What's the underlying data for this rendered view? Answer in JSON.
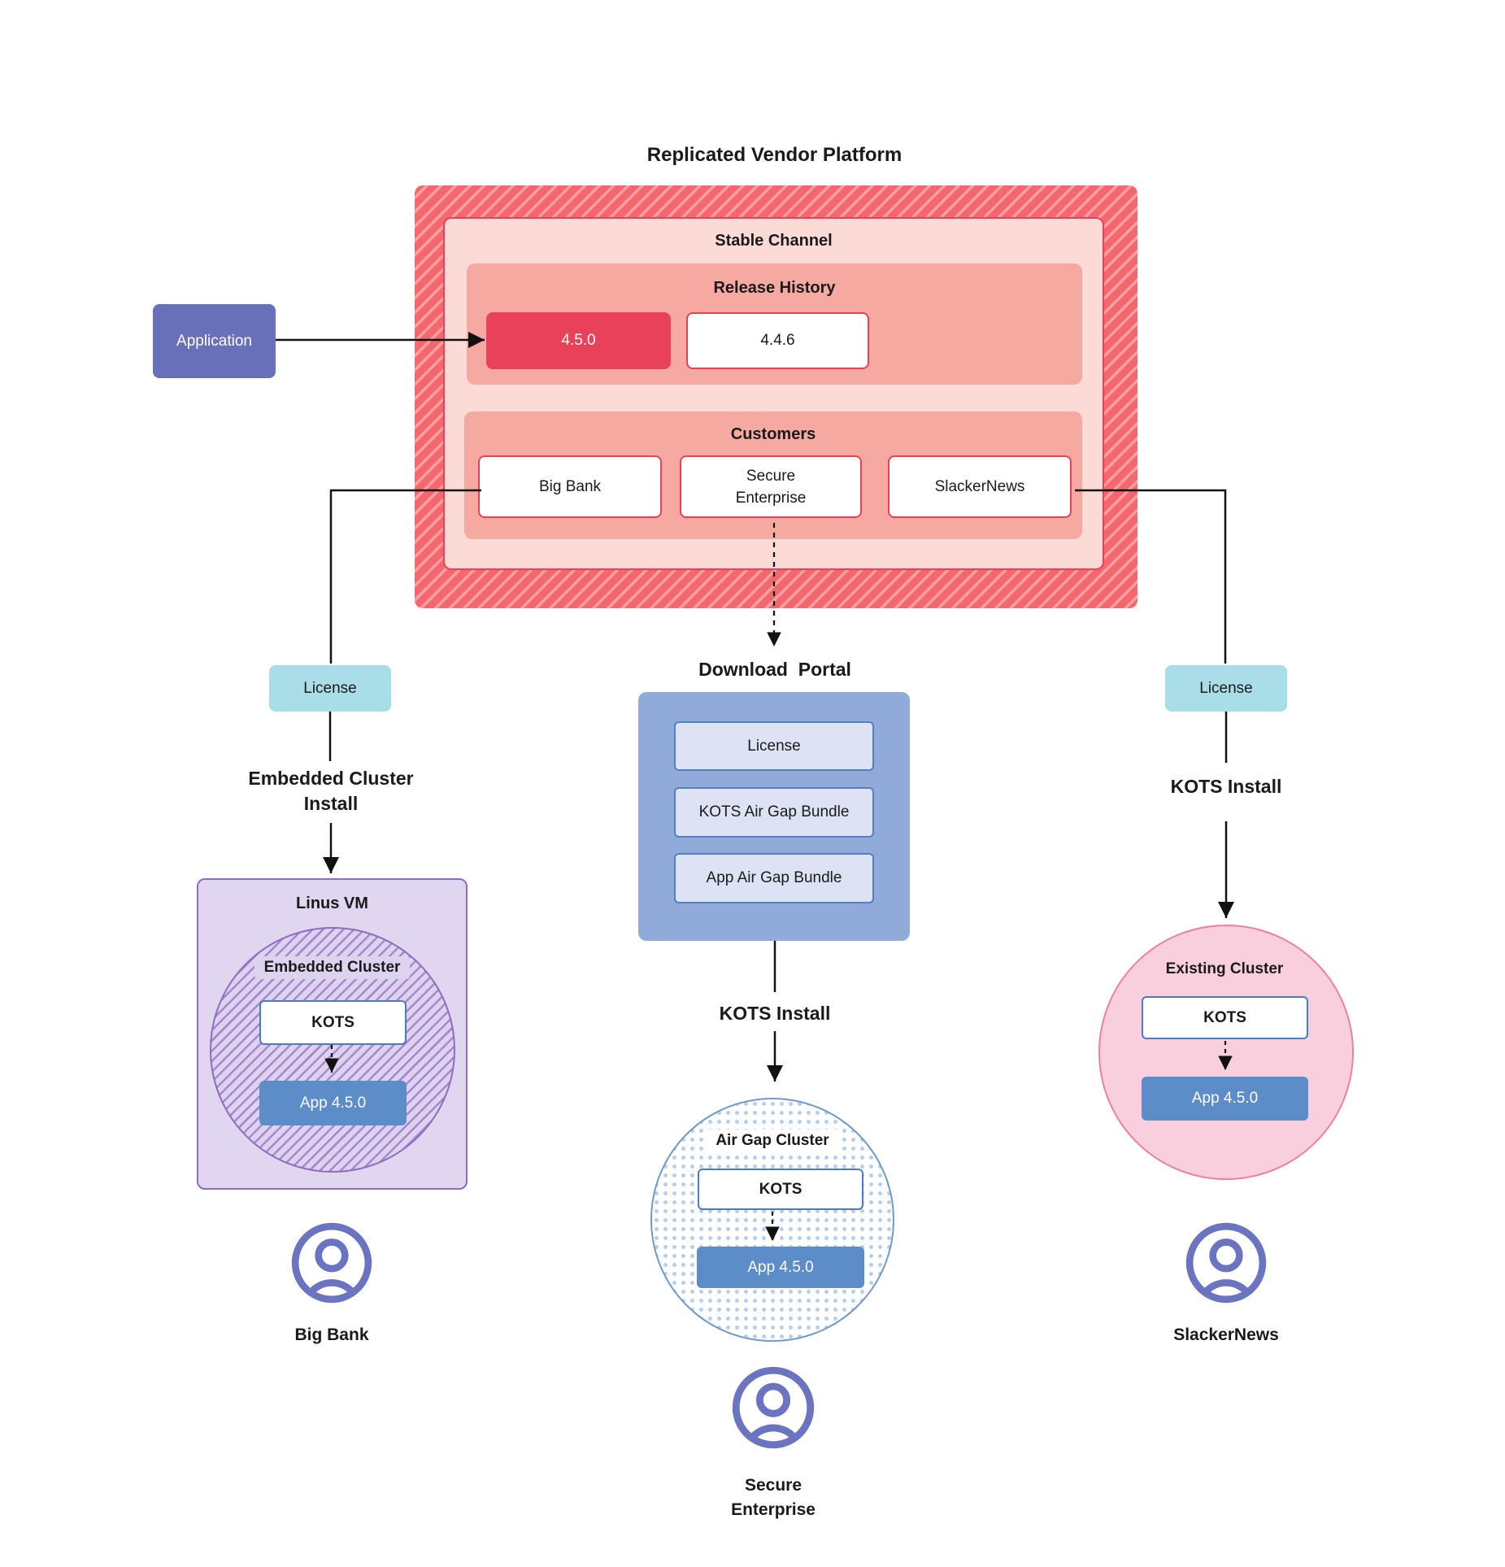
{
  "title": "Replicated Vendor Platform",
  "colors": {
    "platform_base": "#f3676d",
    "platform_stripe": "#f9a0a4",
    "stable_bg": "#fcdad5",
    "red_border": "#e94159",
    "section_bg": "#f5a9a1",
    "current_release_bg": "#e94159",
    "application_bg": "#6770b8",
    "license_bg": "#a9dde8",
    "portal_bg": "#90aada",
    "portal_item_bg": "#dde3f4",
    "portal_item_border": "#5380c4",
    "kots_border": "#4a7cc0",
    "app_version_bg": "#5c8dc9",
    "vm_bg": "#e0d6ef",
    "vm_border": "#8f6cbe",
    "vm_stripe": "#a588cf",
    "airgap_border": "#6f9ad0",
    "airgap_dot": "#b9cdec",
    "existing_bg": "#f9cfdd",
    "existing_border": "#ee7ea6",
    "user_icon": "#6a74c0",
    "text": "#1a1a1a"
  },
  "application": {
    "label": "Application"
  },
  "stable_channel": {
    "label": "Stable Channel",
    "release_history": {
      "label": "Release History",
      "current_release": "4.5.0",
      "previous_release": "4.4.6"
    },
    "customers": {
      "label": "Customers",
      "big_bank": "Big Bank",
      "secure_line1": "Secure",
      "secure_line2": "Enterprise",
      "slackernews": "SlackerNews"
    }
  },
  "left_branch": {
    "license": "License",
    "install_line1": "Embedded Cluster",
    "install_line2": "Install",
    "vm": {
      "label": "Linus VM",
      "cluster_label": "Embedded Cluster",
      "kots": "KOTS",
      "app": "App 4.5.0"
    },
    "user": "Big Bank"
  },
  "middle_branch": {
    "portal_title": "Download  Portal",
    "portal_items": [
      "License",
      "KOTS Air Gap Bundle",
      "App Air Gap Bundle"
    ],
    "install": "KOTS Install",
    "cluster": {
      "label": "Air Gap Cluster",
      "kots": "KOTS",
      "app": "App 4.5.0"
    },
    "user_line1": "Secure",
    "user_line2": "Enterprise"
  },
  "right_branch": {
    "license": "License",
    "install": "KOTS Install",
    "cluster": {
      "label": "Existing Cluster",
      "kots": "KOTS",
      "app": "App 4.5.0"
    },
    "user": "SlackerNews"
  }
}
